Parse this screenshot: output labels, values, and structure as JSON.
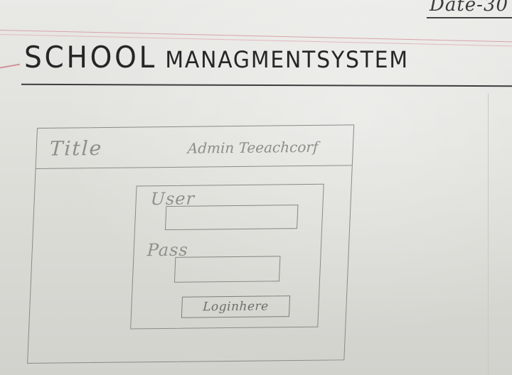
{
  "sheet": {
    "date": "Date-30"
  },
  "app": {
    "title_main": "SCHOOL",
    "title_rest": " MANAGMENTSYSTEM"
  },
  "window": {
    "nav": {
      "title": "Title",
      "links": "Admin Teeachcorf"
    },
    "login": {
      "user_label": "User",
      "pass_label": "Pass",
      "button_label": "Loginhere"
    }
  },
  "colors": {
    "paper": "#dcdcd8",
    "ink": "#262626",
    "pencil": "#8a8a86",
    "margin_red": "#d9a3a8"
  }
}
